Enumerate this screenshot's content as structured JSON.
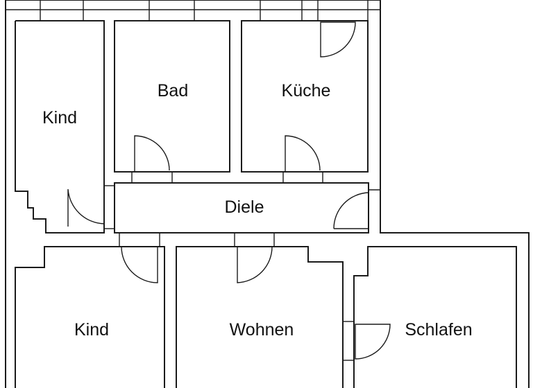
{
  "rooms": {
    "kind_top": "Kind",
    "bad": "Bad",
    "kueche": "Küche",
    "diele": "Diele",
    "kind_bottom": "Kind",
    "wohnen": "Wohnen",
    "schlafen": "Schlafen"
  }
}
